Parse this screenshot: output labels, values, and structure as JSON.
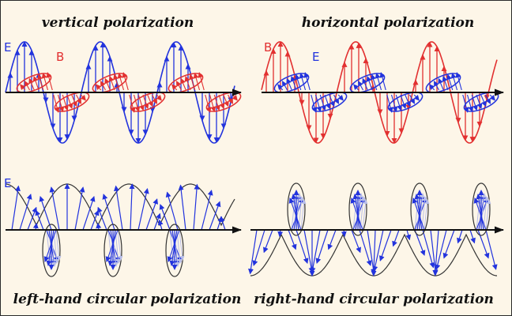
{
  "panels": {
    "vertical": {
      "title": "vertical polarization",
      "label_e": "E",
      "label_b": "B"
    },
    "horizontal": {
      "title": "horizontal polarization",
      "label_e": "E",
      "label_b": "B"
    },
    "left": {
      "title": "left-hand circular polarization",
      "label_e": "E"
    },
    "right": {
      "title": "right-hand circular polarization"
    }
  },
  "colors": {
    "e_field": "#2233dd",
    "b_field": "#e23030",
    "axis": "#111111",
    "envelope": "#333333",
    "ghost": "#b7bde8",
    "background": "#fdf6e8"
  }
}
